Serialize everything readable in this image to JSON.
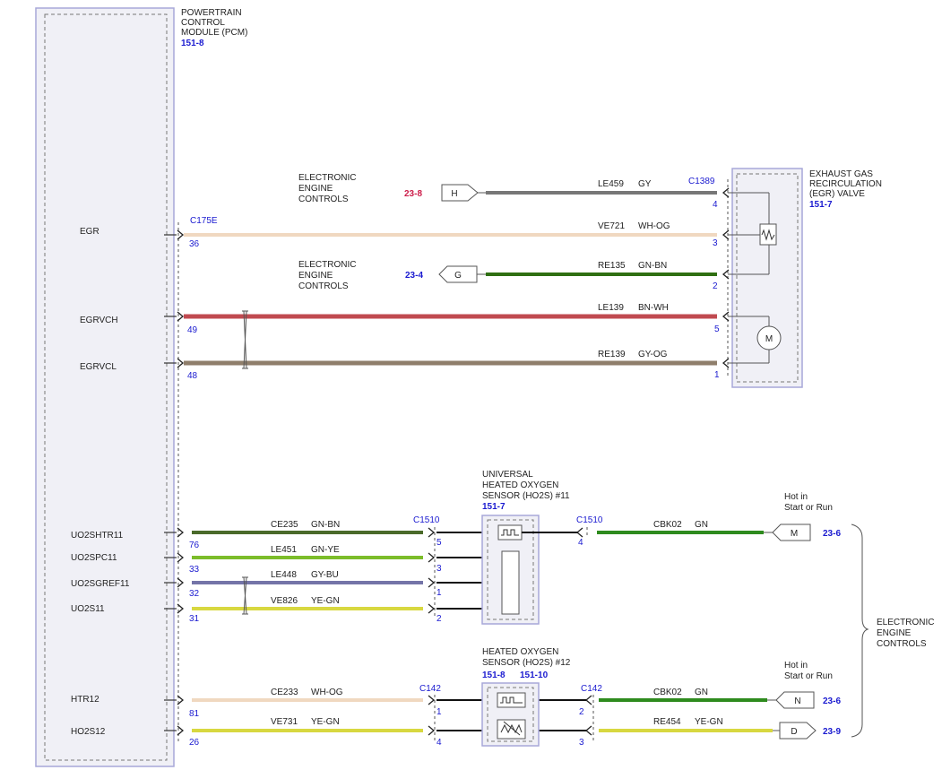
{
  "pcm": {
    "name_lines": [
      "POWERTRAIN",
      "CONTROL",
      "MODULE (PCM)"
    ],
    "ref": "151-8",
    "connector": "C175E",
    "pins": [
      {
        "label": "EGR",
        "pin": "36"
      },
      {
        "label": "EGRVCH",
        "pin": "49"
      },
      {
        "label": "EGRVCL",
        "pin": "48"
      },
      {
        "label": "UO2SHTR11",
        "pin": "76"
      },
      {
        "label": "UO2SPC11",
        "pin": "33"
      },
      {
        "label": "UO2SGREF11",
        "pin": "32"
      },
      {
        "label": "UO2S11",
        "pin": "31"
      },
      {
        "label": "HTR12",
        "pin": "81"
      },
      {
        "label": "HO2S12",
        "pin": "26"
      }
    ]
  },
  "egr_valve": {
    "name_lines": [
      "EXHAUST GAS",
      "RECIRCULATION",
      "(EGR) VALVE"
    ],
    "ref": "151-7",
    "connector": "C1389",
    "motor_label": "M",
    "pins": [
      "4",
      "3",
      "2",
      "5",
      "1"
    ]
  },
  "egr_wires": [
    {
      "circuit": "LE459",
      "color": "GY",
      "hex": "#777777"
    },
    {
      "circuit": "VE721",
      "color": "WH-OG",
      "hex": "#f0d8c0"
    },
    {
      "circuit": "RE135",
      "color": "GN-BN",
      "hex": "#2f6f12"
    },
    {
      "circuit": "LE139",
      "color": "BN-WH",
      "hex": "#c04a50"
    },
    {
      "circuit": "RE139",
      "color": "GY-OG",
      "hex": "#8f7e6b"
    }
  ],
  "egr_refs": [
    {
      "name_lines": [
        "ELECTRONIC",
        "ENGINE",
        "CONTROLS"
      ],
      "page": "23-8",
      "letter": "H"
    },
    {
      "name_lines": [
        "ELECTRONIC",
        "ENGINE",
        "CONTROLS"
      ],
      "page": "23-4",
      "letter": "G"
    }
  ],
  "ho2s11": {
    "name_lines": [
      "UNIVERSAL",
      "HEATED OXYGEN",
      "SENSOR (HO2S) #11"
    ],
    "ref": "151-7",
    "connector_left": "C1510",
    "connector_right": "C1510",
    "pins_left": [
      "5",
      "3",
      "1",
      "2"
    ],
    "pin_right": "4"
  },
  "ho2s11_wires": [
    {
      "circuit": "CE235",
      "color": "GN-BN",
      "hex": "#4a6a2a"
    },
    {
      "circuit": "LE451",
      "color": "GN-YE",
      "hex": "#7cbd2a"
    },
    {
      "circuit": "LE448",
      "color": "GY-BU",
      "hex": "#7474a8"
    },
    {
      "circuit": "VE826",
      "color": "YE-GN",
      "hex": "#d8d840"
    }
  ],
  "ho2s12": {
    "name_lines": [
      "HEATED OXYGEN",
      "SENSOR (HO2S) #12"
    ],
    "refs": [
      "151-8",
      "151-10"
    ],
    "connector_left": "C142",
    "connector_right": "C142",
    "pins_left": [
      "1",
      "4"
    ],
    "pins_right": [
      "2",
      "3"
    ]
  },
  "ho2s12_wires": [
    {
      "circuit": "CE233",
      "color": "WH-OG",
      "hex": "#f0d8c0"
    },
    {
      "circuit": "VE731",
      "color": "YE-GN",
      "hex": "#d8d840"
    }
  ],
  "right_wires": [
    {
      "circuit": "CBK02",
      "color": "GN",
      "hex": "#2e8b1e",
      "letter": "M",
      "page": "23-6"
    },
    {
      "circuit": "CBK02",
      "color": "GN",
      "hex": "#2e8b1e",
      "letter": "N",
      "page": "23-6"
    },
    {
      "circuit": "RE454",
      "color": "YE-GN",
      "hex": "#d8d840",
      "letter": "D",
      "page": "23-9"
    }
  ],
  "hot_label_lines": [
    "Hot in",
    "Start or Run"
  ],
  "right_group_lines": [
    "ELECTRONIC",
    "ENGINE",
    "CONTROLS"
  ]
}
